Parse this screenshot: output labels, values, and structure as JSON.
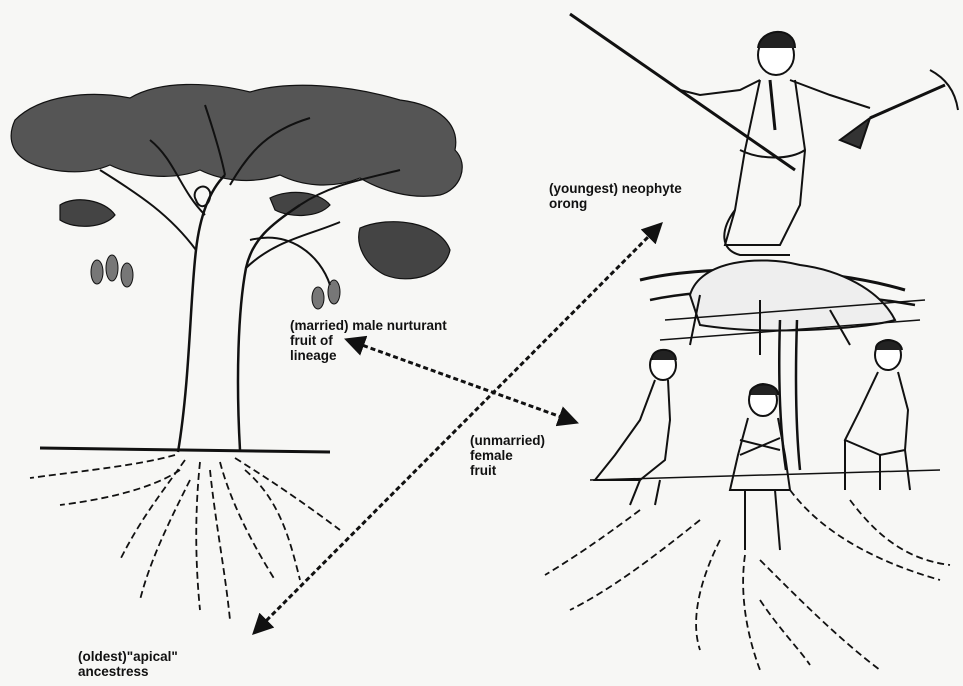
{
  "labels": {
    "youngest": "(youngest) neophyte\norong",
    "married": "(married) male nurturant\nfruit of\nlineage",
    "unmarried": "(unmarried)\nfemale\nfruit",
    "oldest": "(oldest)\"apical\"\nancestress"
  }
}
